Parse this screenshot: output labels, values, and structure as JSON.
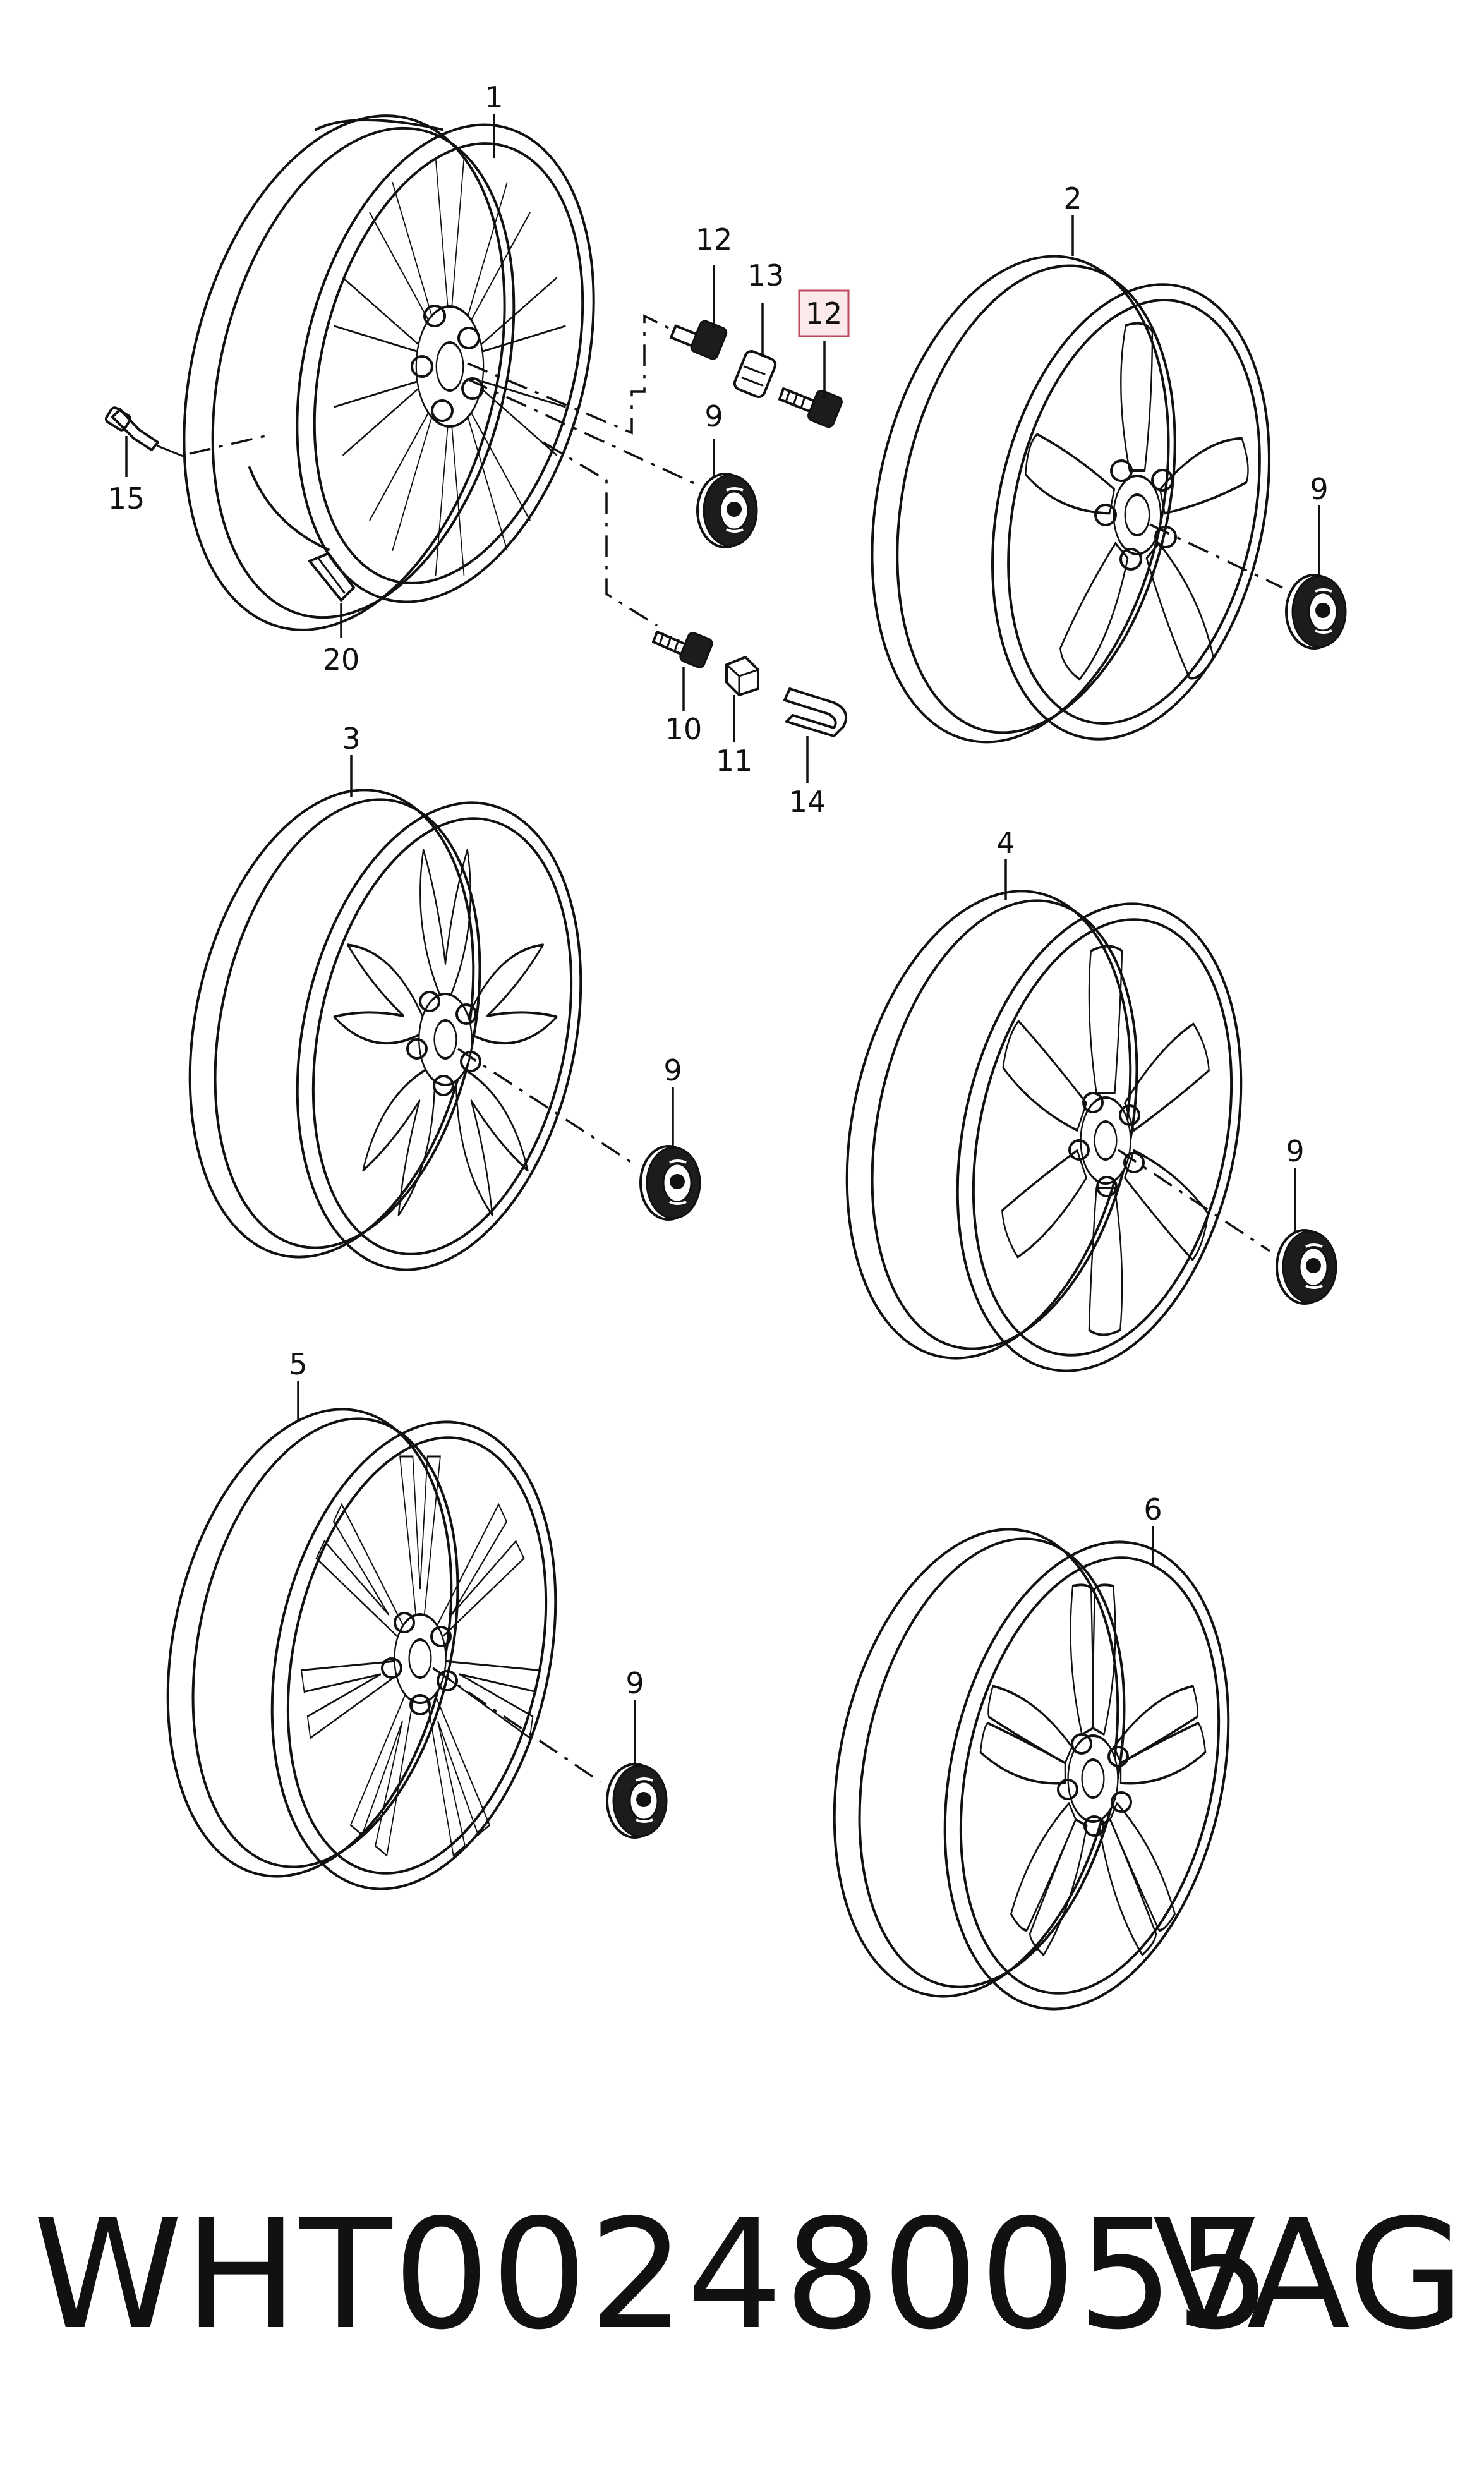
{
  "callouts": {
    "c1": "1",
    "c2": "2",
    "c3": "3",
    "c4": "4",
    "c5": "5",
    "c6": "6",
    "c9a": "9",
    "c9b": "9",
    "c9c": "9",
    "c9d": "9",
    "c9e": "9",
    "c10": "10",
    "c11": "11",
    "c12a": "12",
    "c12b": "12",
    "c13": "13",
    "c14": "14",
    "c15": "15",
    "c20": "20"
  },
  "footer": {
    "part_number": "WHT002480055",
    "brand": "VAG"
  },
  "colors": {
    "highlight_fill": "#fbe9ec",
    "highlight_border": "#c0485e",
    "line": "#111111"
  }
}
